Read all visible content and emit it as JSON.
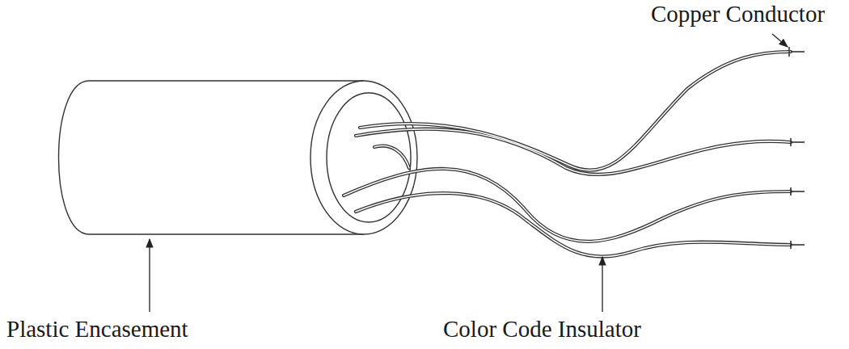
{
  "diagram": {
    "labels": [
      "Copper Conductor",
      "Plastic Encasement",
      "Color Code Insulator"
    ]
  }
}
